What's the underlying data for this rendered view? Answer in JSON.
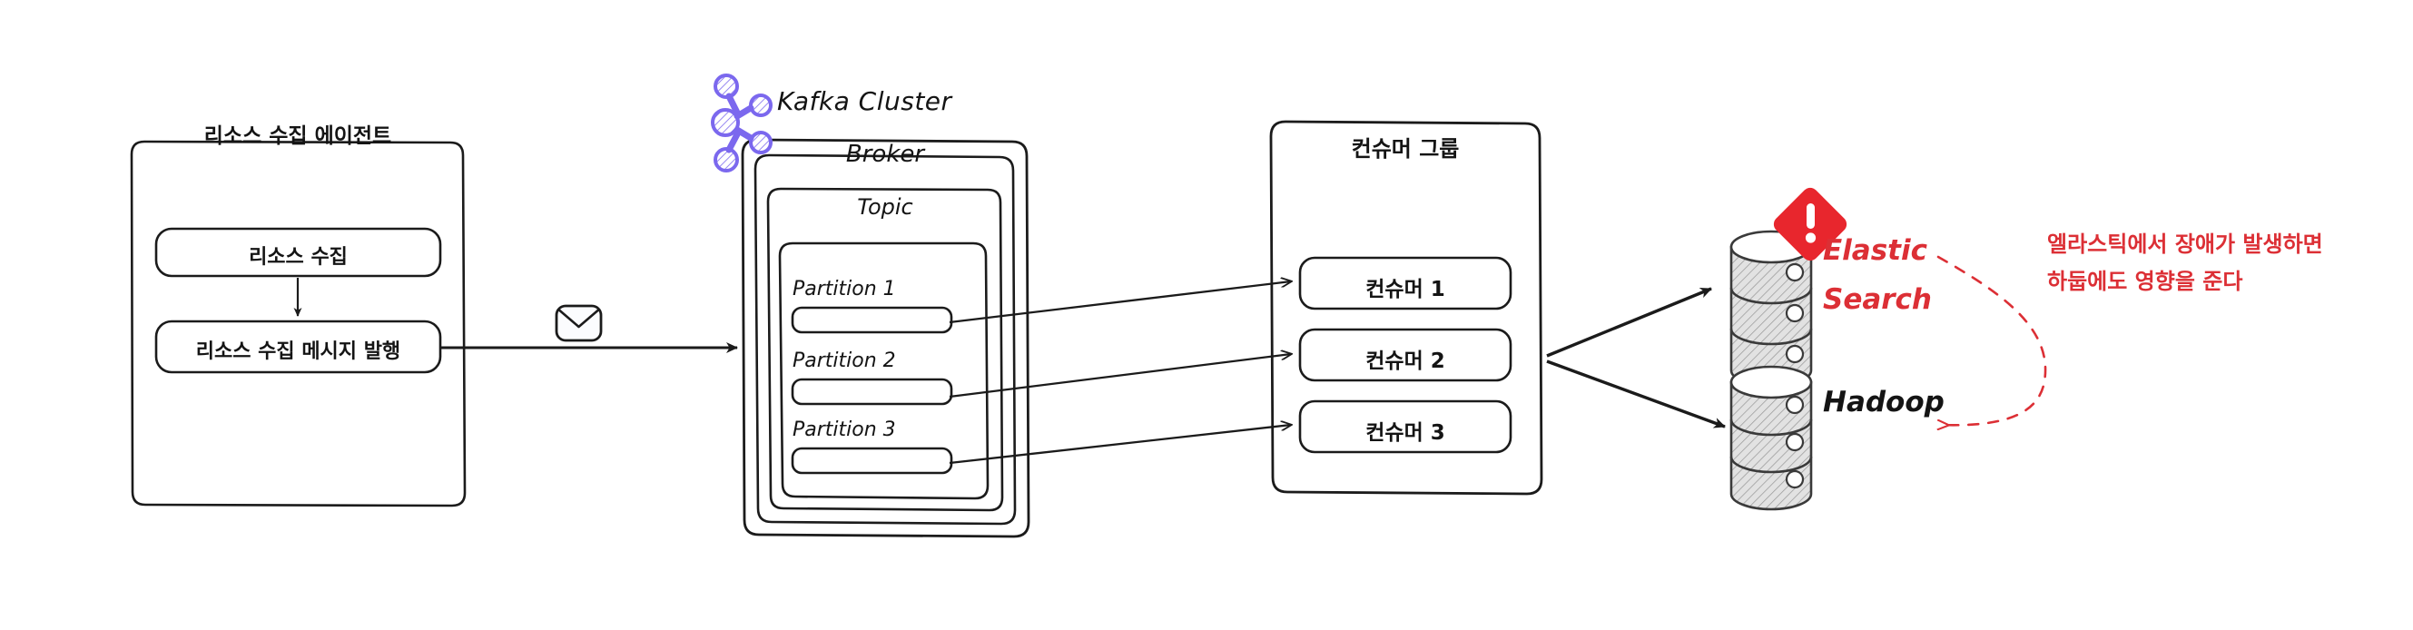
{
  "diagram": {
    "title": "Kafka resource collection pipeline",
    "colors": {
      "stroke": "#1b1b1b",
      "kafka_logo": "#7b68ee",
      "alert_red": "#e8262d",
      "annotation_red": "#dc2f35",
      "cylinder_fill": "#d8d8d8",
      "background": "#ffffff"
    },
    "agent": {
      "title": "리소스 수집 에이전트",
      "steps": [
        {
          "label": "리소스 수집"
        },
        {
          "label": "리소스 수집 메시지 발행"
        }
      ]
    },
    "message": {
      "icon": "envelope-icon"
    },
    "kafka": {
      "cluster_label": "Kafka Cluster",
      "logo_icon": "kafka-logo-icon",
      "broker_label": "Broker",
      "topic_label": "Topic",
      "partitions": [
        {
          "label": "Partition 1",
          "slot": ""
        },
        {
          "label": "Partition 2",
          "slot": ""
        },
        {
          "label": "Partition 3",
          "slot": ""
        }
      ]
    },
    "consumer_group": {
      "title": "컨슈머 그룹",
      "consumers": [
        {
          "label": "컨슈머 1"
        },
        {
          "label": "컨슈머 2"
        },
        {
          "label": "컨슈머 3"
        }
      ]
    },
    "sinks": [
      {
        "label_line1": "Elastic",
        "label_line2": "Search",
        "icon": "database-cylinder-icon",
        "badge": "warning-alert-icon",
        "has_alert": true
      },
      {
        "label_line1": "Hadoop",
        "label_line2": "",
        "icon": "database-cylinder-icon",
        "has_alert": false
      }
    ],
    "annotation": {
      "line1": "엘라스틱에서 장애가 발생하면",
      "line2": "하둡에도 영향을 준다",
      "arrow": "red-dashed-arrow"
    }
  }
}
